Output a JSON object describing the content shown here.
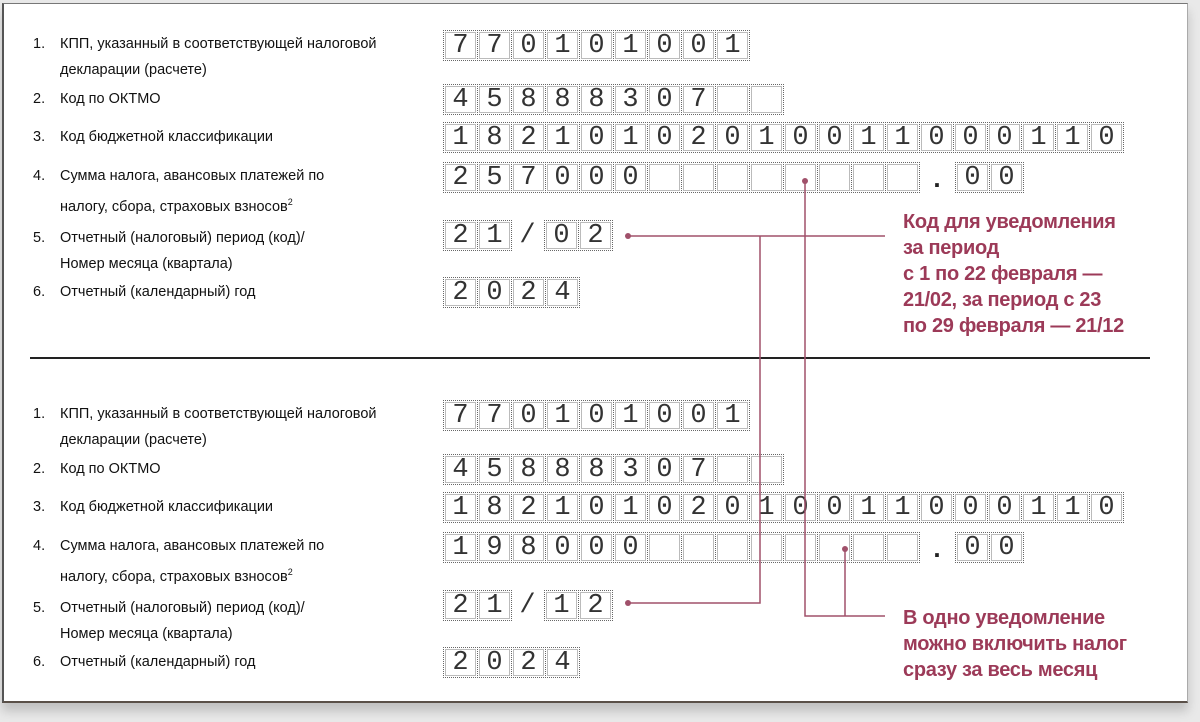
{
  "sections": [
    {
      "rows": [
        {
          "num": "1.",
          "lines": [
            "КПП, указанный в соответствующей налоговой",
            "декларации (расчете)"
          ],
          "groups": [
            [
              "7",
              "7",
              "0",
              "1",
              "0",
              "1",
              "0",
              "0",
              "1"
            ]
          ]
        },
        {
          "num": "2.",
          "lines": [
            "Код по ОКТМО"
          ],
          "groups": [
            [
              "4",
              "5",
              "8",
              "8",
              "8",
              "3",
              "0",
              "7",
              "",
              ""
            ]
          ]
        },
        {
          "num": "3.",
          "lines": [
            "Код бюджетной классификации"
          ],
          "groups": [
            [
              "1",
              "8",
              "2",
              "1",
              "0",
              "1",
              "0",
              "2",
              "0",
              "1",
              "0",
              "0",
              "1",
              "1",
              "0",
              "0",
              "0",
              "1",
              "1",
              "0"
            ]
          ]
        },
        {
          "num": "4.",
          "lines": [
            "Сумма налога, авансовых платежей по",
            "налогу, сбора, страховых взносов"
          ],
          "sup": "2",
          "groups": [
            [
              "2",
              "5",
              "7",
              "0",
              "0",
              "0",
              "",
              "",
              "",
              "",
              "",
              "",
              "",
              ""
            ],
            [
              "0",
              "0"
            ]
          ],
          "separator": "."
        },
        {
          "num": "5.",
          "lines": [
            "Отчетный (налоговый) период (код)/",
            "Номер месяца (квартала)"
          ],
          "groups": [
            [
              "2",
              "1"
            ],
            [
              "0",
              "2"
            ]
          ],
          "separator": "/"
        },
        {
          "num": "6.",
          "lines": [
            "Отчетный (календарный) год"
          ],
          "groups": [
            [
              "2",
              "0",
              "2",
              "4"
            ]
          ]
        }
      ]
    },
    {
      "rows": [
        {
          "num": "1.",
          "lines": [
            "КПП, указанный в соответствующей налоговой",
            "декларации (расчете)"
          ],
          "groups": [
            [
              "7",
              "7",
              "0",
              "1",
              "0",
              "1",
              "0",
              "0",
              "1"
            ]
          ]
        },
        {
          "num": "2.",
          "lines": [
            "Код по ОКТМО"
          ],
          "groups": [
            [
              "4",
              "5",
              "8",
              "8",
              "8",
              "3",
              "0",
              "7",
              "",
              ""
            ]
          ]
        },
        {
          "num": "3.",
          "lines": [
            "Код бюджетной классификации"
          ],
          "groups": [
            [
              "1",
              "8",
              "2",
              "1",
              "0",
              "1",
              "0",
              "2",
              "0",
              "1",
              "0",
              "0",
              "1",
              "1",
              "0",
              "0",
              "0",
              "1",
              "1",
              "0"
            ]
          ]
        },
        {
          "num": "4.",
          "lines": [
            "Сумма налога, авансовых платежей по",
            "налогу, сбора, страховых взносов"
          ],
          "sup": "2",
          "groups": [
            [
              "1",
              "9",
              "8",
              "0",
              "0",
              "0",
              "",
              "",
              "",
              "",
              "",
              "",
              "",
              ""
            ],
            [
              "0",
              "0"
            ]
          ],
          "separator": "."
        },
        {
          "num": "5.",
          "lines": [
            "Отчетный (налоговый) период (код)/",
            "Номер месяца (квартала)"
          ],
          "groups": [
            [
              "2",
              "1"
            ],
            [
              "1",
              "2"
            ]
          ],
          "separator": "/"
        },
        {
          "num": "6.",
          "lines": [
            "Отчетный (календарный) год"
          ],
          "groups": [
            [
              "2",
              "0",
              "2",
              "4"
            ]
          ]
        }
      ]
    }
  ],
  "notes": [
    {
      "lines": [
        "Код для уведомления",
        "за период",
        "с 1 по 22 февраля —",
        "21/02, за период с 23",
        "по 29 февраля — 21/12"
      ]
    },
    {
      "lines": [
        "В одно уведомление",
        "можно включить налог",
        "сразу за весь месяц"
      ]
    }
  ],
  "colors": {
    "accent": "#9c3a58",
    "connector": "#a0506a",
    "text": "#111111"
  }
}
